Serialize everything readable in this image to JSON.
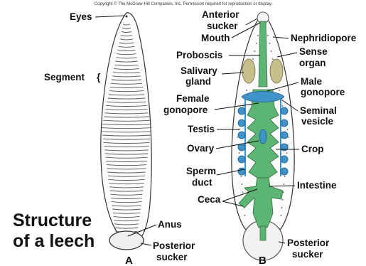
{
  "copyright": "Copyright © The McGraw-Hill Companies, Inc. Permission required for reproduction or display.",
  "title": {
    "line1": "Structure",
    "line2": "of a leech"
  },
  "panels": {
    "a": "A",
    "b": "B"
  },
  "labels_a": {
    "eyes": "Eyes",
    "segment": "Segment",
    "anus": "Anus",
    "posterior_sucker_line1": "Posterior",
    "posterior_sucker_line2": "sucker"
  },
  "labels_b": {
    "anterior_sucker_line1": "Anterior",
    "anterior_sucker_line2": "sucker",
    "mouth": "Mouth",
    "nephridiopore": "Nephridiopore",
    "sense_organ_line1": "Sense",
    "sense_organ_line2": "organ",
    "proboscis": "Proboscis",
    "salivary_gland_line1": "Salivary",
    "salivary_gland_line2": "gland",
    "male_gonopore_line1": "Male",
    "male_gonopore_line2": "gonopore",
    "female_gonopore_line1": "Female",
    "female_gonopore_line2": "gonopore",
    "seminal_vesicle_line1": "Seminal",
    "seminal_vesicle_line2": "vesicle",
    "testis": "Testis",
    "ovary": "Ovary",
    "crop": "Crop",
    "sperm_duct_line1": "Sperm",
    "sperm_duct_line2": "duct",
    "intestine": "Intestine",
    "ceca": "Ceca",
    "posterior_sucker_line1": "Posterior",
    "posterior_sucker_line2": "sucker"
  },
  "colors": {
    "gut": "#5cb572",
    "organs": "#3f93c9",
    "glands": "#c8c08a",
    "outline": "#333333"
  }
}
